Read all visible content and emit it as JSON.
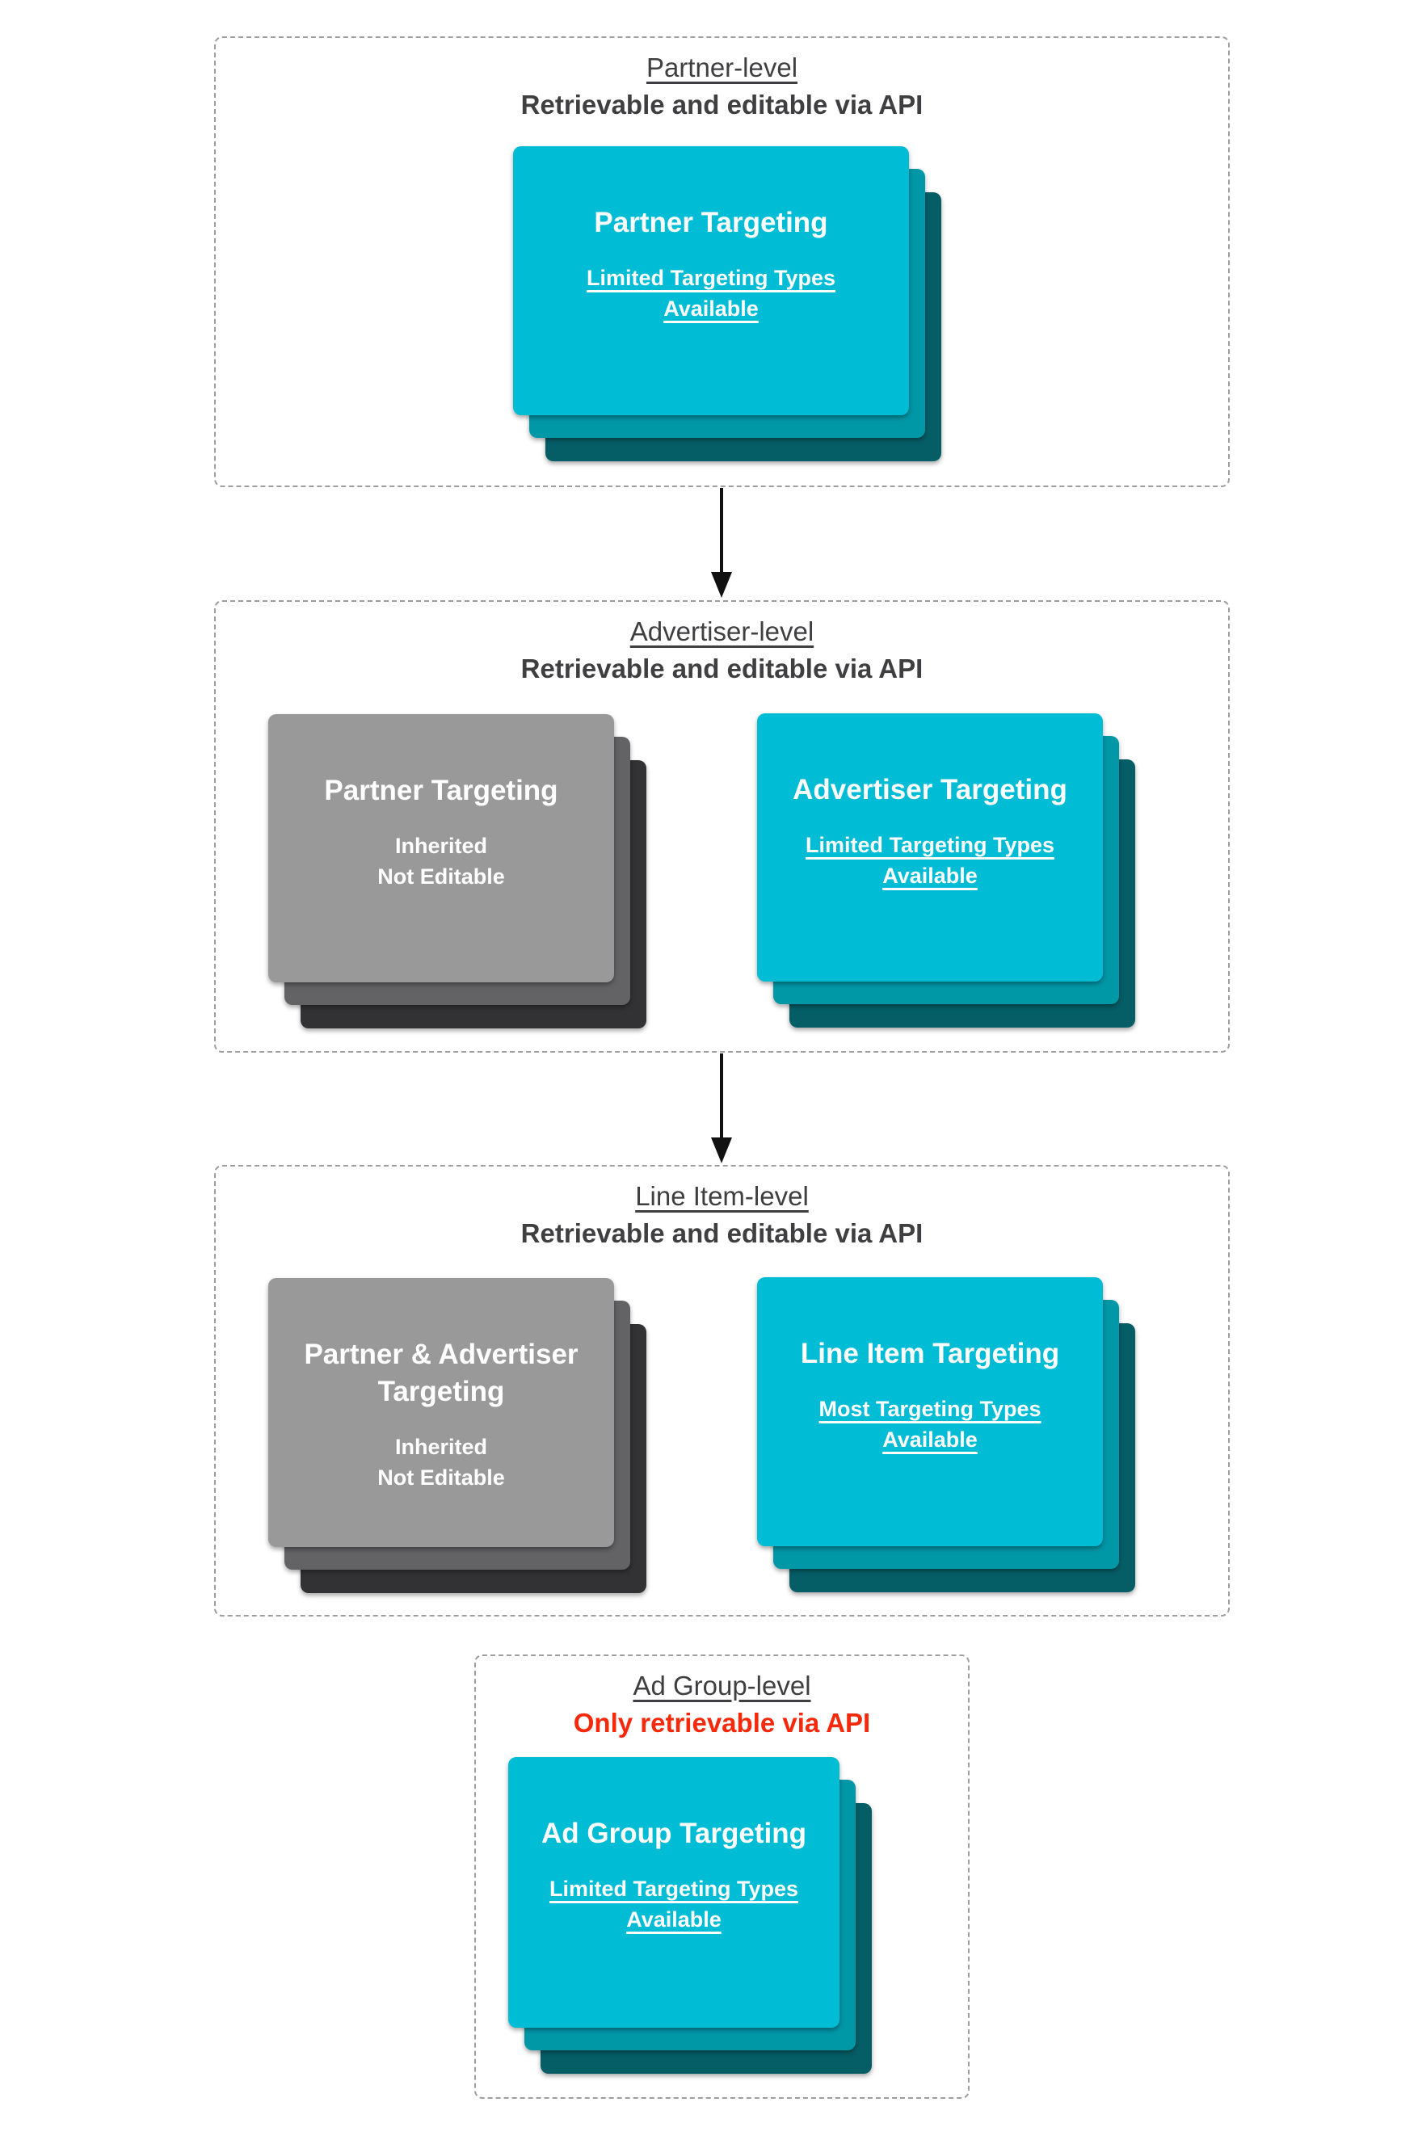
{
  "sections": [
    {
      "id": "partner-level",
      "header": {
        "line1": "Partner-level",
        "line2": "Retrievable and editable via API",
        "line2_color": "#3F3F41"
      },
      "cards": [
        {
          "variant": "teal",
          "title": "Partner Targeting",
          "subtitle_lines": [
            "Limited Targeting Types",
            "Available"
          ],
          "subtitle_underlined": true
        }
      ],
      "arrow_after": true
    },
    {
      "id": "advertiser-level",
      "header": {
        "line1": "Advertiser-level",
        "line2": "Retrievable and editable via API",
        "line2_color": "#3F3F41"
      },
      "cards": [
        {
          "variant": "gray",
          "title": "Partner Targeting",
          "subtitle_lines": [
            "Inherited",
            "Not Editable"
          ],
          "subtitle_underlined": false
        },
        {
          "variant": "teal",
          "title": "Advertiser Targeting",
          "subtitle_lines": [
            "Limited Targeting Types",
            "Available"
          ],
          "subtitle_underlined": true
        }
      ],
      "arrow_after": true
    },
    {
      "id": "line-item-level",
      "header": {
        "line1": "Line Item-level",
        "line2": "Retrievable and editable via API",
        "line2_color": "#3F3F41"
      },
      "cards": [
        {
          "variant": "gray",
          "title": "Partner & Advertiser Targeting",
          "subtitle_lines": [
            "Inherited",
            "Not Editable"
          ],
          "subtitle_underlined": false
        },
        {
          "variant": "teal",
          "title": "Line Item Targeting",
          "subtitle_lines": [
            "Most Targeting Types",
            "Available"
          ],
          "subtitle_underlined": true
        }
      ],
      "arrow_after": false
    },
    {
      "id": "ad-group-level",
      "header": {
        "line1": "Ad Group-level",
        "line2": "Only retrievable via API",
        "line2_color": "#F6290C"
      },
      "cards": [
        {
          "variant": "teal",
          "title": "Ad Group Targeting",
          "subtitle_lines": [
            "Limited Targeting Types",
            "Available"
          ],
          "subtitle_underlined": true
        }
      ],
      "arrow_after": false
    }
  ],
  "icons": {
    "flow_arrow": "down-arrow"
  },
  "colors": {
    "teal_front": "#00BCD4",
    "teal_mid": "#0097A7",
    "teal_back": "#055E66",
    "gray_front": "#999999",
    "gray_mid": "#636365",
    "gray_back": "#323234",
    "heading_text": "#3F3F41",
    "alert_red": "#F6290C",
    "card_text": "#FFFFFF",
    "dashed_border": "#9E9E9E",
    "arrow": "#111111",
    "background": "#FFFFFF"
  }
}
